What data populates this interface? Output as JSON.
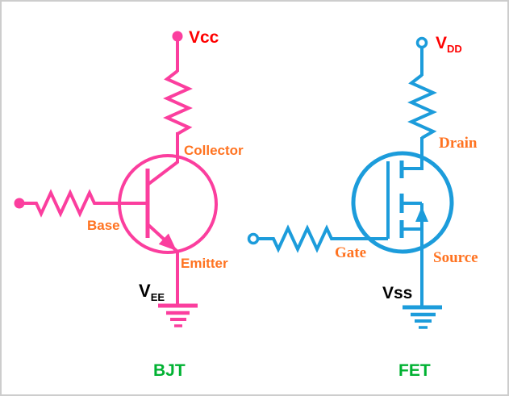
{
  "colors": {
    "pink": "#fb3e9e",
    "blue": "#1c9cdb",
    "red": "#fe0000",
    "orange": "#ff7321",
    "green": "#00b232",
    "black": "#000000",
    "border": "#cdcdcd",
    "background": "#ffffff"
  },
  "bjt": {
    "name": "BJT",
    "vcc": "Vcc",
    "vee_main": "V",
    "vee_sub": "EE",
    "collector": "Collector",
    "base": "Base",
    "emitter": "Emitter"
  },
  "fet": {
    "name": "FET",
    "vdd_main": "V",
    "vdd_sub": "DD",
    "vss": "Vss",
    "drain": "Drain",
    "gate": "Gate",
    "source": "Source"
  }
}
